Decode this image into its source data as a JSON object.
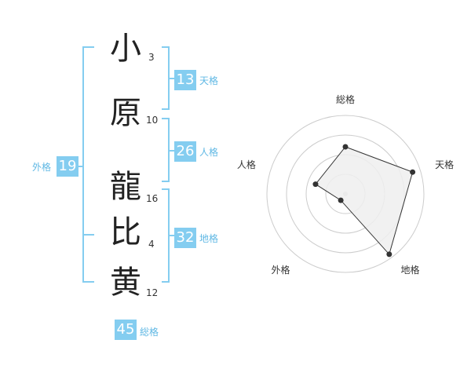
{
  "name_chars": [
    {
      "char": "小",
      "strokes": "3"
    },
    {
      "char": "原",
      "strokes": "10"
    },
    {
      "char": "龍",
      "strokes": "16"
    },
    {
      "char": "比",
      "strokes": "4"
    },
    {
      "char": "黄",
      "strokes": "12"
    }
  ],
  "scores": {
    "tenkaku": {
      "value": "13",
      "label": "天格"
    },
    "jinkaku": {
      "value": "26",
      "label": "人格"
    },
    "chikaku": {
      "value": "32",
      "label": "地格"
    },
    "gaikaku": {
      "value": "19",
      "label": "外格"
    },
    "soukaku": {
      "value": "45",
      "label": "総格"
    }
  },
  "chart_data": {
    "type": "radar",
    "axes": [
      "総格",
      "天格",
      "地格",
      "外格",
      "人格"
    ],
    "values": [
      0.6,
      0.9,
      0.95,
      0.1,
      0.4
    ],
    "range": [
      0,
      1
    ],
    "rings": 4,
    "colors": {
      "fill": "#efefef",
      "line": "#333333",
      "grid": "#cccccc",
      "point": "#333333"
    }
  },
  "colors": {
    "accent": "#84cdf0",
    "accent_text": "#60b8e4",
    "text": "#222222"
  }
}
